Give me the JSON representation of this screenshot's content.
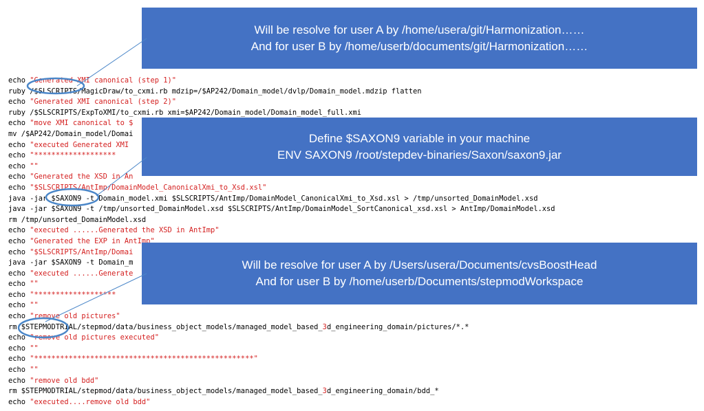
{
  "code_lines": [
    [
      {
        "t": "echo ",
        "c": "k"
      },
      {
        "t": "\"Generated XMI canonical (step 1)\"",
        "c": "s"
      }
    ],
    [
      {
        "t": "ruby /$SLSCRIPTS/MagicDraw/to_cxmi.rb mdzip=/$AP242/Domain_model/dvlp/Domain_model.mdzip flatten",
        "c": "k"
      }
    ],
    [
      {
        "t": "echo ",
        "c": "k"
      },
      {
        "t": "\"Generated XMI canonical (step 2)\"",
        "c": "s"
      }
    ],
    [
      {
        "t": "ruby /$SLSCRIPTS/ExpToXMI/to_cxmi.rb xmi=$AP242/Domain_model/Domain_model_full.xmi",
        "c": "k"
      }
    ],
    [
      {
        "t": "echo ",
        "c": "k"
      },
      {
        "t": "\"move XMI canonical to $",
        "c": "s"
      }
    ],
    [
      {
        "t": "mv /$AP242/Domain_model/Domai",
        "c": "k"
      }
    ],
    [
      {
        "t": "echo ",
        "c": "k"
      },
      {
        "t": "\"executed Generated XMI ",
        "c": "s"
      }
    ],
    [
      {
        "t": "echo ",
        "c": "k"
      },
      {
        "t": "\"*******************",
        "c": "s"
      }
    ],
    [
      {
        "t": "echo ",
        "c": "k"
      },
      {
        "t": "\"\"",
        "c": "s"
      }
    ],
    [
      {
        "t": "echo ",
        "c": "k"
      },
      {
        "t": "\"Generated the XSD in An",
        "c": "s"
      }
    ],
    [
      {
        "t": "echo ",
        "c": "k"
      },
      {
        "t": "\"$SLSCRIPTS/AntImp/DomainModel_CanonicalXmi_to_Xsd.xsl\"",
        "c": "s"
      }
    ],
    [
      {
        "t": "java -jar $SAXON9 -t Domain_model.xmi $SLSCRIPTS/AntImp/DomainModel_CanonicalXmi_to_Xsd.xsl > /tmp/unsorted_DomainModel.xsd",
        "c": "k"
      }
    ],
    [
      {
        "t": "java -jar $SAXON9 -t /tmp/unsorted_DomainModel.xsd $SLSCRIPTS/AntImp/DomainModel_SortCanonical_xsd.xsl > AntImp/DomainModel.xsd",
        "c": "k"
      }
    ],
    [
      {
        "t": "rm /tmp/unsorted_DomainModel.xsd",
        "c": "k"
      }
    ],
    [
      {
        "t": "echo ",
        "c": "k"
      },
      {
        "t": "\"executed ......Generated the XSD in AntImp\"",
        "c": "s"
      }
    ],
    [
      {
        "t": "echo ",
        "c": "k"
      },
      {
        "t": "\"Generated the EXP in AntImp\"",
        "c": "s"
      }
    ],
    [
      {
        "t": "echo ",
        "c": "k"
      },
      {
        "t": "\"$SLSCRIPTS/AntImp/Domai",
        "c": "s"
      }
    ],
    [
      {
        "t": "java -jar $SAXON9 -t Domain_m",
        "c": "k"
      }
    ],
    [
      {
        "t": "echo ",
        "c": "k"
      },
      {
        "t": "\"executed ......Generate",
        "c": "s"
      }
    ],
    [
      {
        "t": "echo ",
        "c": "k"
      },
      {
        "t": "\"\"",
        "c": "s"
      }
    ],
    [
      {
        "t": "echo ",
        "c": "k"
      },
      {
        "t": "\"*******************",
        "c": "s"
      }
    ],
    [
      {
        "t": "echo ",
        "c": "k"
      },
      {
        "t": "\"\"",
        "c": "s"
      }
    ],
    [
      {
        "t": "echo ",
        "c": "k"
      },
      {
        "t": "\"remove old pictures\"",
        "c": "s"
      }
    ],
    [
      {
        "t": "rm $STEPMODTRIAL/stepmod/data/business_object_models/managed_model_based_",
        "c": "k"
      },
      {
        "t": "3",
        "c": "s"
      },
      {
        "t": "d_engineering_domain/pictures/*.*",
        "c": "k"
      }
    ],
    [
      {
        "t": "echo ",
        "c": "k"
      },
      {
        "t": "\"remove old pictures executed\"",
        "c": "s"
      }
    ],
    [
      {
        "t": "echo ",
        "c": "k"
      },
      {
        "t": "\"\"",
        "c": "s"
      }
    ],
    [
      {
        "t": "echo ",
        "c": "k"
      },
      {
        "t": "\"***************************************************\"",
        "c": "s"
      }
    ],
    [
      {
        "t": "echo ",
        "c": "k"
      },
      {
        "t": "\"\"",
        "c": "s"
      }
    ],
    [
      {
        "t": "echo ",
        "c": "k"
      },
      {
        "t": "\"remove old bdd\"",
        "c": "s"
      }
    ],
    [
      {
        "t": "rm $STEPMODTRIAL/stepmod/data/business_object_models/managed_model_based_",
        "c": "k"
      },
      {
        "t": "3",
        "c": "s"
      },
      {
        "t": "d_engineering_domain/bdd_*",
        "c": "k"
      }
    ],
    [
      {
        "t": "echo ",
        "c": "k"
      },
      {
        "t": "\"executed....remove old bdd\"",
        "c": "s"
      }
    ]
  ],
  "callouts": {
    "box1": {
      "line1": "Will be resolve for user A by /home/usera/git/Harmonization……",
      "line2": "And for user B by /home/userb/documents/git/Harmonization……"
    },
    "box2": {
      "line1": "Define $SAXON9 variable in your machine",
      "line2": "ENV SAXON9 /root/stepdev-binaries/Saxon/saxon9.jar"
    },
    "box3": {
      "line1": "Will be resolve for user A by /Users/usera/Documents/cvsBoostHead",
      "line2": "And for user B by /home/userb/Documents/stepmodWorkspace"
    }
  },
  "colors": {
    "callout_fill": "#4472c4",
    "string_red": "#d42020",
    "highlight_ellipse": "#4a86c8"
  }
}
